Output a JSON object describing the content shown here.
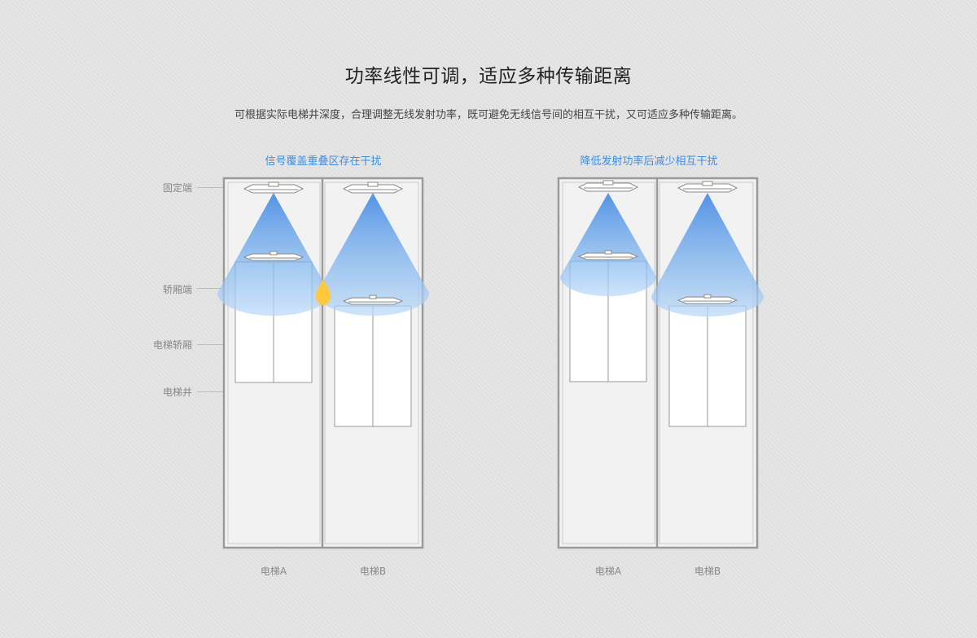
{
  "header": {
    "title": "功率线性可调，适应多种传输距离",
    "subtitle": "可根据实际电梯井深度，合理调整无线发射功率，既可避免无线信号间的相互干扰，又可适应多种传输距离。"
  },
  "callouts": {
    "fixed_end": "固定端",
    "car_end": "轿厢端",
    "elevator_car": "电梯轿厢",
    "elevator_shaft": "电梯井"
  },
  "panels": [
    {
      "caption": "信号覆盖重叠区存在干扰",
      "labels": [
        "电梯A",
        "电梯B"
      ]
    },
    {
      "caption": "降低发射功率后减少相互干扰",
      "labels": [
        "电梯A",
        "电梯B"
      ]
    }
  ],
  "colors": {
    "signal": "#4a90e2",
    "interference": "#ffc83d",
    "caption": "#3e8de3",
    "shaft_border": "#9a9a9a"
  }
}
